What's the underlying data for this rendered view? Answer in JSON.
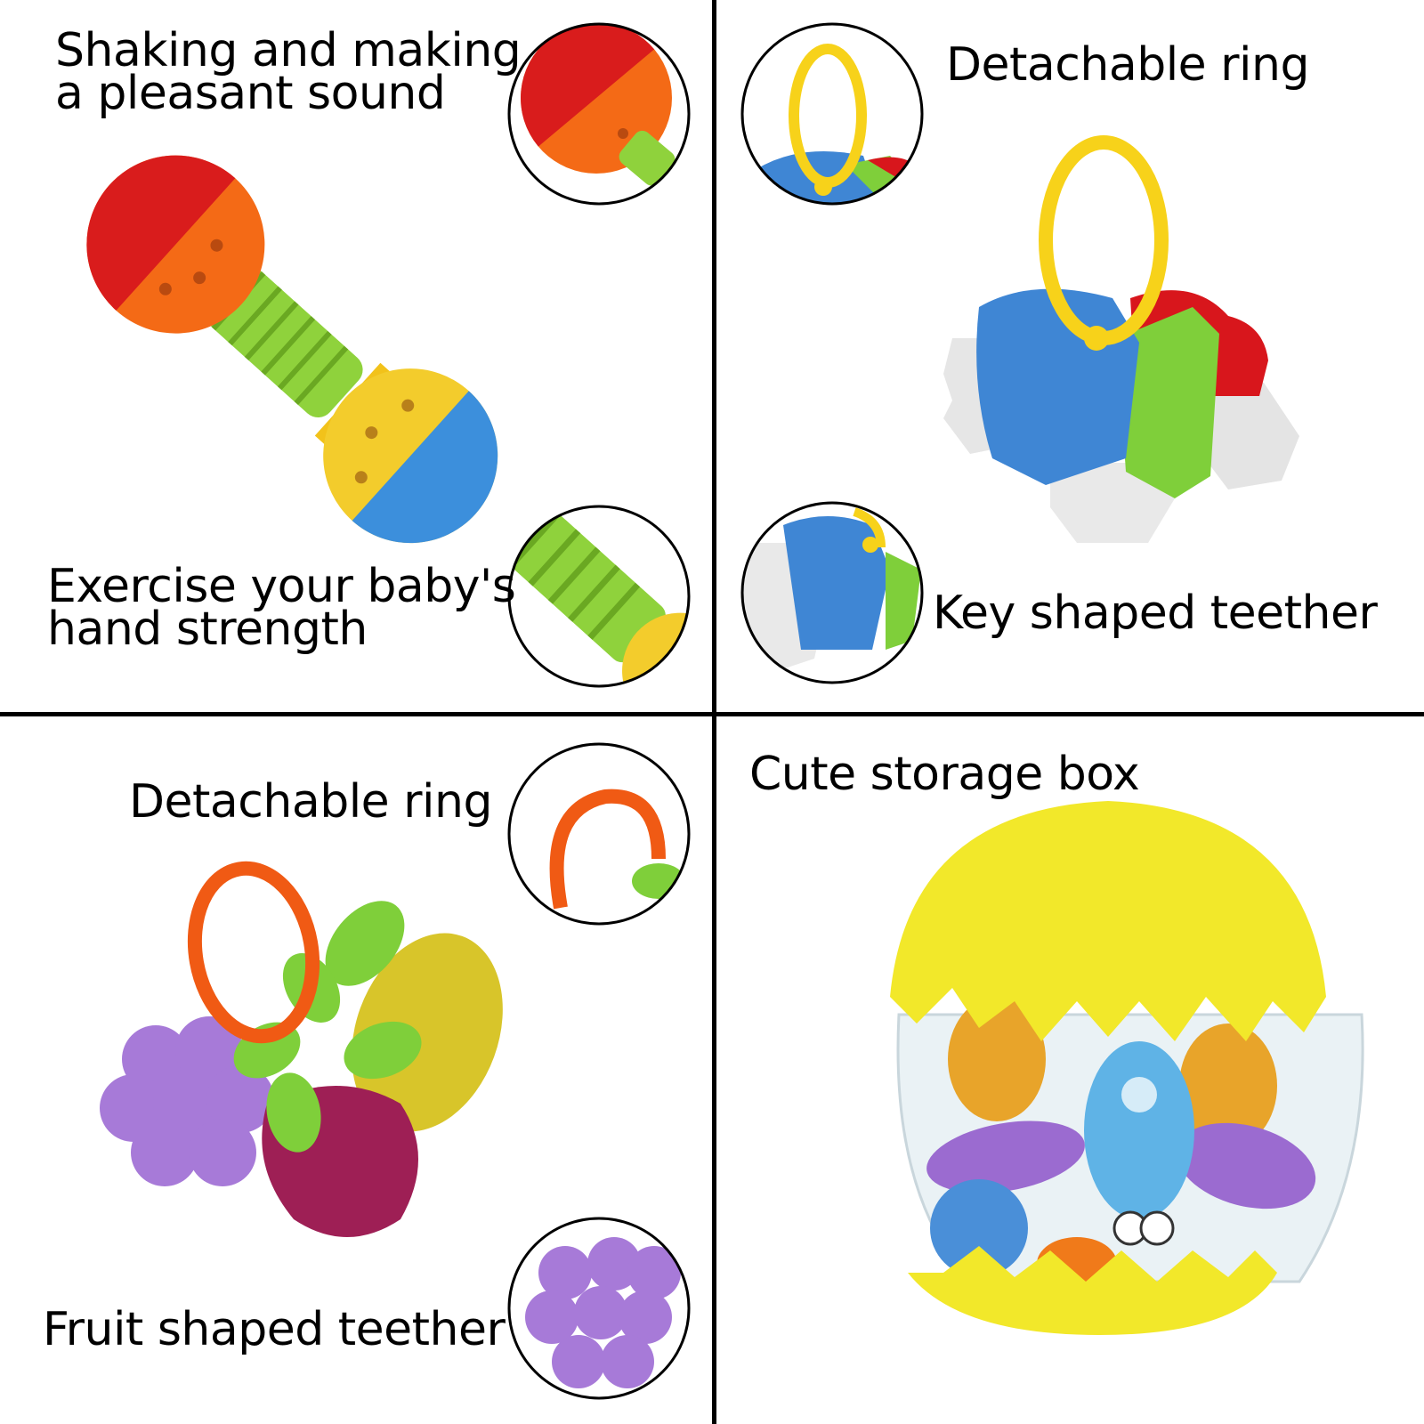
{
  "panels": {
    "rattle": {
      "caption_top": "Shaking and making\na pleasant sound",
      "caption_bottom": "Exercise your baby's\nhand strength"
    },
    "key_teether": {
      "caption_top": "Detachable ring",
      "caption_bottom": "Key shaped teether"
    },
    "fruit_teether": {
      "caption_top": "Detachable ring",
      "caption_bottom": "Fruit shaped teether"
    },
    "storage": {
      "caption_top": "Cute storage box"
    }
  }
}
